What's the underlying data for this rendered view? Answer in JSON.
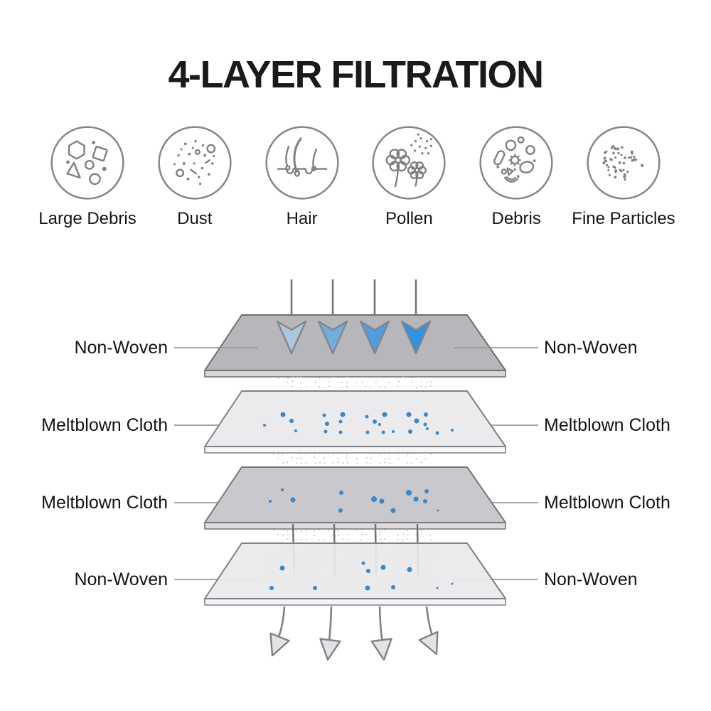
{
  "title": "4-LAYER FILTRATION",
  "colors": {
    "background": "#ffffff",
    "title_text": "#1a1a1c",
    "label_text": "#141414",
    "icon_stroke": "#7f7f84",
    "leader_line": "#98989c",
    "arrow_gray": "#75757a",
    "particle_blue": "#3b87c8",
    "stipple_gray": "#b6b6bc",
    "arrowhead_blues": [
      "#abc8df",
      "#6faede",
      "#4f9edd",
      "#2f93e0"
    ],
    "layer_fills": [
      "#b7b7bb",
      "#ebebee",
      "#c8c8cd",
      "#e9e9ec"
    ],
    "layer_sides": [
      "#d6d6d9",
      "#f6f6f8",
      "#dcdcdf",
      "#f4f4f6"
    ],
    "layer_strokes": [
      "#6f6f74",
      "#808085",
      "#77777c",
      "#808085"
    ]
  },
  "icons": [
    {
      "name": "large-debris",
      "label": "Large Debris"
    },
    {
      "name": "dust",
      "label": "Dust"
    },
    {
      "name": "hair",
      "label": "Hair"
    },
    {
      "name": "pollen",
      "label": "Pollen"
    },
    {
      "name": "debris",
      "label": "Debris"
    },
    {
      "name": "fine-particles",
      "label": "Fine Particles"
    }
  ],
  "layers": [
    {
      "label": "Non-Woven"
    },
    {
      "label": "Meltblown Cloth"
    },
    {
      "label": "Meltblown Cloth"
    },
    {
      "label": "Non-Woven"
    }
  ],
  "diagram": {
    "inflow_arrow_count": 4,
    "outflow_arrow_count": 4,
    "particles": {
      "layer2": [
        [
          398,
          583,
          3.5
        ],
        [
          410,
          592,
          3
        ],
        [
          416,
          606,
          2
        ],
        [
          372,
          598,
          2
        ],
        [
          456,
          584,
          2.5
        ],
        [
          482,
          583,
          3.5
        ],
        [
          460,
          596,
          3
        ],
        [
          479,
          593,
          2.5
        ],
        [
          458,
          607,
          2.5
        ],
        [
          479,
          608,
          2.5
        ],
        [
          516,
          586,
          2.5
        ],
        [
          541,
          583,
          3.5
        ],
        [
          527,
          593,
          3
        ],
        [
          534,
          597,
          2
        ],
        [
          517,
          608,
          2.5
        ],
        [
          539,
          608,
          2.5
        ],
        [
          553,
          607,
          2
        ],
        [
          575,
          583,
          3.5
        ],
        [
          599,
          583,
          3
        ],
        [
          586,
          592,
          3.5
        ],
        [
          598,
          597,
          2.5
        ],
        [
          577,
          607,
          3
        ],
        [
          601,
          603,
          2
        ],
        [
          615,
          609,
          2.5
        ],
        [
          636,
          605,
          2
        ]
      ],
      "layer3": [
        [
          397,
          689,
          2
        ],
        [
          412,
          703,
          3.5
        ],
        [
          380,
          705,
          2
        ],
        [
          480,
          693,
          3
        ],
        [
          479,
          718,
          3
        ],
        [
          526,
          702,
          4
        ],
        [
          537,
          705,
          3.5
        ],
        [
          553,
          718,
          3.5
        ],
        [
          575,
          693,
          4
        ],
        [
          600,
          691,
          3
        ],
        [
          585,
          702,
          3.5
        ],
        [
          598,
          705,
          3
        ],
        [
          616,
          718,
          1.5
        ]
      ],
      "layer4": [
        [
          397,
          799,
          3.5
        ],
        [
          382,
          827,
          3
        ],
        [
          443,
          827,
          3
        ],
        [
          511,
          792,
          2.5
        ],
        [
          518,
          803,
          3
        ],
        [
          539,
          798,
          3.5
        ],
        [
          517,
          827,
          3.5
        ],
        [
          553,
          826,
          3
        ],
        [
          576,
          801,
          3.5
        ],
        [
          615,
          827,
          1.5
        ],
        [
          636,
          821,
          1.5
        ]
      ]
    }
  }
}
